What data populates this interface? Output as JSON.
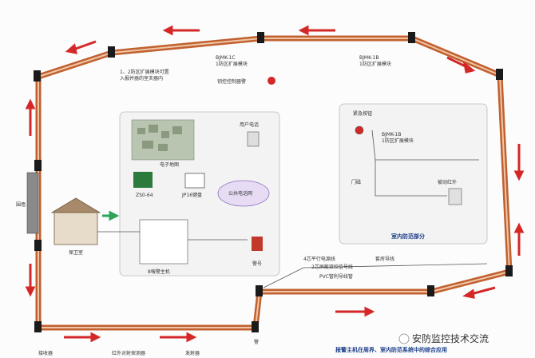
{
  "colors": {
    "fence_outer": "#c0612f",
    "fence_inner": "#f1c6a8",
    "arrow": "#d42828",
    "arrow_green": "#2ea35a",
    "zone_bg": "#f3f3f3",
    "title": "#1d3f8a"
  },
  "labels": {
    "note_line1": "1、2防区扩展模块可置",
    "note_line2": "入报并器的室夫器内",
    "module_1c": "BJMK-1C",
    "module_1c_sub": "1防区扩展模块",
    "module_1b_top": "BJMK-1B",
    "module_1b_top_sub": "1防区扩展模块",
    "key_switch": "钥控控制器警",
    "user_phone": "用户电话",
    "e_map": "电子地图",
    "zs_module": "ZS0-64",
    "keyboard": "JP16键盘",
    "public_phone": "公共电话网",
    "alarm_host": "8報警主机",
    "siren": "警号",
    "guard_room": "保卫室",
    "zone_label": "室内防范部分",
    "emergency": "紧急按钮",
    "module_1b_in": "BJMK-1B",
    "module_1b_in_sub": "1防区扩展模块",
    "door_magnet": "门磁",
    "pir": "被动红外",
    "wire_pvc": "PVC管利导线管",
    "wire_4": "4芯平行电源线",
    "wire_sig": "2芯屏蔽双绞信号线",
    "wire_cable": "套房导线",
    "detector": "红外对射探测器",
    "receiver": "接收器",
    "emitter": "发射器",
    "left_wall": "围墙",
    "sec_bottom": "警",
    "bottom_title": "报警主机在周界、室内防范系统中的综合应用",
    "watermark": "安防监控技术交流"
  }
}
